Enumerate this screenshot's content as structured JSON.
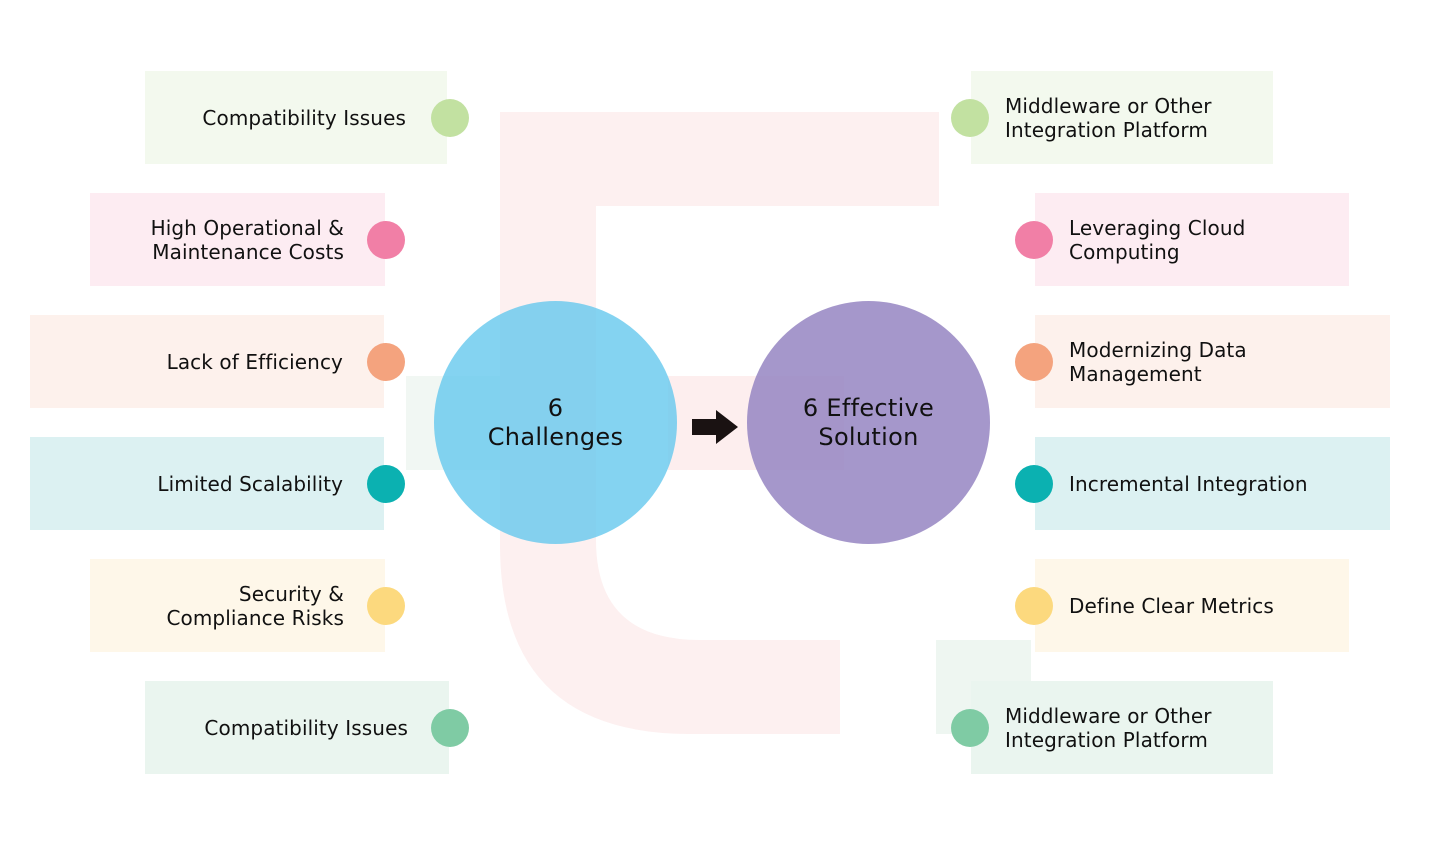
{
  "center": {
    "challenges_label": "6\nChallenges",
    "solutions_label": "6 Effective\nSolution"
  },
  "challenges": [
    {
      "label": "Compatibility Issues",
      "color": "#c2e1a1",
      "card_bg": "#f3f9ee"
    },
    {
      "label": "High Operational &\nMaintenance Costs",
      "color": "#f17fa6",
      "card_bg": "#fdecf2"
    },
    {
      "label": "Lack of Efficiency",
      "color": "#f4a37e",
      "card_bg": "#fdf1ec"
    },
    {
      "label": "Limited Scalability",
      "color": "#0bb1b1",
      "card_bg": "#dcf1f2"
    },
    {
      "label": "Security &\nCompliance Risks",
      "color": "#fcd97e",
      "card_bg": "#fef7e9"
    },
    {
      "label": "Compatibility Issues",
      "color": "#7fcba4",
      "card_bg": "#eaf5ef"
    }
  ],
  "solutions": [
    {
      "label": "Middleware or Other\nIntegration Platform",
      "color": "#c2e1a1",
      "card_bg": "#f3f9ee"
    },
    {
      "label": "Leveraging Cloud\nComputing",
      "color": "#f17fa6",
      "card_bg": "#fdecf2"
    },
    {
      "label": "Modernizing Data\nManagement",
      "color": "#f4a37e",
      "card_bg": "#fdf1ec"
    },
    {
      "label": "Incremental Integration",
      "color": "#0bb1b1",
      "card_bg": "#dcf1f2"
    },
    {
      "label": "Define Clear Metrics",
      "color": "#fcd97e",
      "card_bg": "#fef7e9"
    },
    {
      "label": "Middleware or Other\nIntegration Platform",
      "color": "#7fcba4",
      "card_bg": "#eaf5ef"
    }
  ]
}
